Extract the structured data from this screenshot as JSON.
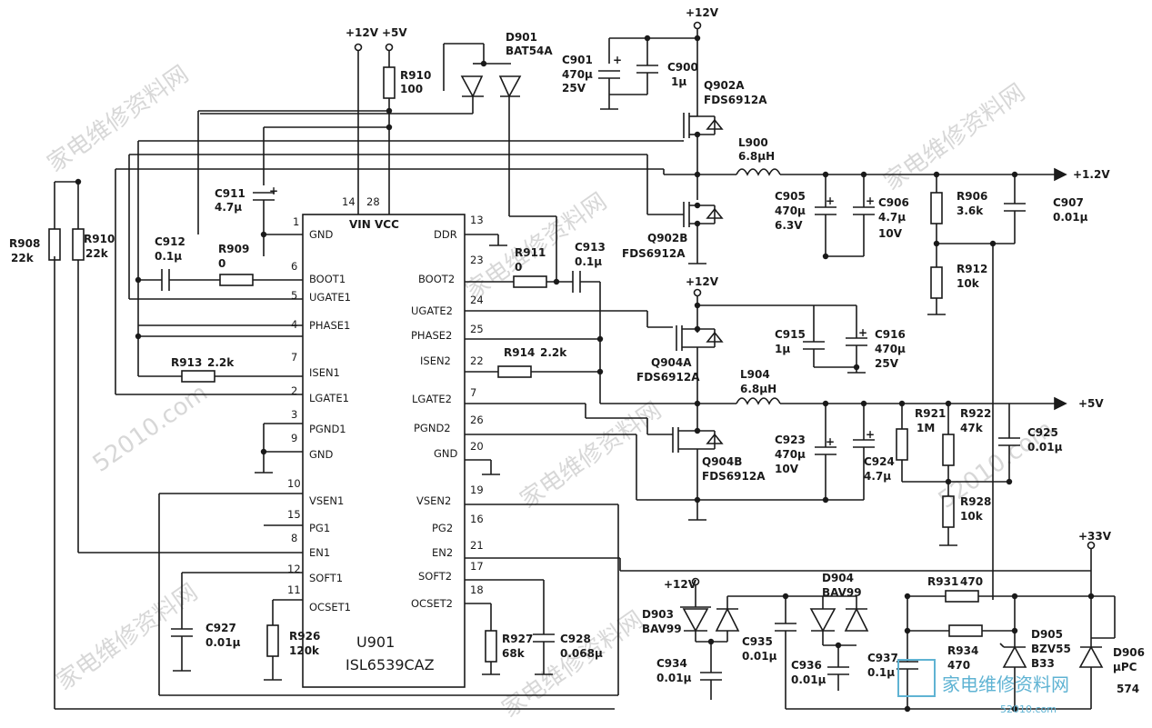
{
  "ic": {
    "ref": "U901",
    "part": "ISL6539CAZ",
    "top_pins": {
      "vin_num": "14",
      "vcc_num": "28",
      "label": "VIN VCC"
    }
  },
  "ic_left_pins": [
    {
      "num": "1",
      "name": "GND"
    },
    {
      "num": "6",
      "name": "BOOT1"
    },
    {
      "num": "5",
      "name": "UGATE1"
    },
    {
      "num": "4",
      "name": "PHASE1"
    },
    {
      "num": "7",
      "name": "ISEN1"
    },
    {
      "num": "2",
      "name": "LGATE1"
    },
    {
      "num": "3",
      "name": "PGND1"
    },
    {
      "num": "9",
      "name": "GND"
    },
    {
      "num": "10",
      "name": "VSEN1"
    },
    {
      "num": "15",
      "name": "PG1"
    },
    {
      "num": "8",
      "name": "EN1"
    },
    {
      "num": "12",
      "name": "SOFT1"
    },
    {
      "num": "11",
      "name": "OCSET1"
    }
  ],
  "ic_right_pins": [
    {
      "num": "13",
      "name": "DDR"
    },
    {
      "num": "23",
      "name": "BOOT2"
    },
    {
      "num": "24",
      "name": "UGATE2"
    },
    {
      "num": "25",
      "name": "PHASE2"
    },
    {
      "num": "22",
      "name": "ISEN2"
    },
    {
      "num": "7",
      "name": "LGATE2"
    },
    {
      "num": "26",
      "name": "PGND2"
    },
    {
      "num": "20",
      "name": "GND"
    },
    {
      "num": "19",
      "name": "VSEN2"
    },
    {
      "num": "16",
      "name": "PG2"
    },
    {
      "num": "21",
      "name": "EN2"
    },
    {
      "num": "17",
      "name": "SOFT2"
    },
    {
      "num": "18",
      "name": "OCSET2"
    }
  ],
  "rails": {
    "v12_top": "+12V",
    "v12_ic": "+12V",
    "v5_ic": "+5V",
    "v12_mid": "+12V",
    "v12_low": "+12V",
    "v33": "+33V",
    "out_12": "+1.2V",
    "out_5": "+5V"
  },
  "labels": {
    "r910a_ref": "R910",
    "r910a_val": "100",
    "d901_ref": "D901",
    "d901_val": "BAT54A",
    "c901_ref": "C901",
    "c901_val1": "470μ",
    "c901_val2": "25V",
    "c900_ref": "C900",
    "c900_val": "1μ",
    "q902a_ref": "Q902A",
    "q902a_val": "FDS6912A",
    "l900_ref": "L900",
    "l900_val": "6.8μH",
    "c911_ref": "C911",
    "c911_val": "4.7μ",
    "c905_ref": "C905",
    "c905_val1": "470μ",
    "c905_val2": "6.3V",
    "c906_ref": "C906",
    "c906_val1": "4.7μ",
    "c906_val2": "10V",
    "r906_ref": "R906",
    "r906_val": "3.6k",
    "c907_ref": "C907",
    "c907_val": "0.01μ",
    "q902b_ref": "Q902B",
    "q902b_val": "FDS6912A",
    "r908_ref": "R908",
    "r908_val": "22k",
    "r910b_ref": "R910",
    "r910b_val": "22k",
    "c912_ref": "C912",
    "c912_val": "0.1μ",
    "r909_ref": "R909",
    "r909_val": "0",
    "r911_ref": "R911",
    "r911_val": "0",
    "c913_ref": "C913",
    "c913_val": "0.1μ",
    "r912_ref": "R912",
    "r912_val": "10k",
    "c915_ref": "C915",
    "c915_val": "1μ",
    "c916_ref": "C916",
    "c916_val1": "470μ",
    "c916_val2": "25V",
    "q904a_ref": "Q904A",
    "q904a_val": "FDS6912A",
    "r913_ref": "R913",
    "r913_val": "2.2k",
    "r914_ref": "R914",
    "r914_val": "2.2k",
    "l904_ref": "L904",
    "l904_val": "6.8μH",
    "c923_ref": "C923",
    "c923_val1": "470μ",
    "c923_val2": "10V",
    "c924_ref": "C924",
    "c924_val": "4.7μ",
    "r921_ref": "R921",
    "r921_val": "1M",
    "r922_ref": "R922",
    "r922_val": "47k",
    "c925_ref": "C925",
    "c925_val": "0.01μ",
    "q904b_ref": "Q904B",
    "q904b_val": "FDS6912A",
    "r928_ref": "R928",
    "r928_val": "10k",
    "d903_ref": "D903",
    "d903_val": "BAV99",
    "d904_ref": "D904",
    "d904_val": "BAV99",
    "r931_ref": "R931",
    "r931_val": "470",
    "c935_ref": "C935",
    "c935_val": "0.01μ",
    "c934_ref": "C934",
    "c934_val": "0.01μ",
    "c936_ref": "C936",
    "c936_val": "0.01μ",
    "c937_ref": "C937",
    "c937_val": "0.1μ",
    "r934_ref": "R934",
    "r934_val": "470",
    "d905_ref": "D905",
    "d905_val1": "BZV55",
    "d905_val2": "B33",
    "d906_ref": "D906",
    "d906_val1": "μPC",
    "d906_val2": "574",
    "c927_ref": "C927",
    "c927_val": "0.01μ",
    "r926_ref": "R926",
    "r926_val": "120k",
    "r927_ref": "R927",
    "r927_val": "68k",
    "c928_ref": "C928",
    "c928_val": "0.068μ"
  },
  "watermark": {
    "site_cn": "家电维修资料网",
    "site_url": "52010.com",
    "logo_cn": "家电维修资料网",
    "logo_url": "52010.com"
  }
}
